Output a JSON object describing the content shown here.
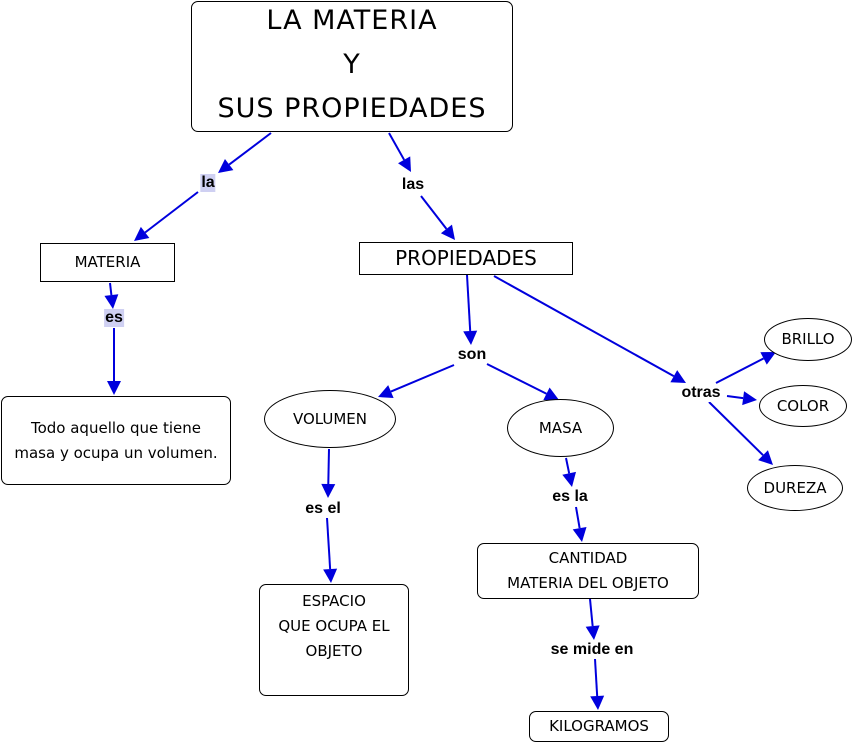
{
  "diagram": {
    "title": "LA MATERIA Y SUS PROPIEDADES",
    "colors": {
      "edge": "#0000dd",
      "label_highlight": "#cfd0f2",
      "node_border": "#000000"
    },
    "nodes": {
      "title": {
        "lines": [
          "LA  MATERIA",
          "Y",
          "SUS PROPIEDADES"
        ]
      },
      "materia": {
        "text": "MATERIA"
      },
      "definicion": {
        "lines": [
          "Todo aquello que tiene",
          "masa y ocupa un volumen."
        ]
      },
      "propiedades": {
        "text": "PROPIEDADES"
      },
      "volumen": {
        "text": "VOLUMEN"
      },
      "masa": {
        "text": "MASA"
      },
      "espacio": {
        "lines": [
          "ESPACIO",
          "QUE OCUPA EL",
          "OBJETO"
        ]
      },
      "cantidad": {
        "lines": [
          "CANTIDAD",
          "MATERIA DEL OBJETO"
        ]
      },
      "kilogramos": {
        "text": "KILOGRAMOS"
      },
      "brillo": {
        "text": "BRILLO"
      },
      "color": {
        "text": "COLOR"
      },
      "dureza": {
        "text": "DUREZA"
      }
    },
    "linking_phrases": {
      "la": "la",
      "las": "las",
      "es": "es",
      "son": "son",
      "otras": "otras",
      "es_el": "es el",
      "es_la": "es la",
      "se_mide_en": "se mide en"
    },
    "connections": [
      {
        "from": "title",
        "via": "la",
        "to": "materia"
      },
      {
        "from": "title",
        "via": "las",
        "to": "propiedades"
      },
      {
        "from": "materia",
        "via": "es",
        "to": "definicion"
      },
      {
        "from": "propiedades",
        "via": "son",
        "to": [
          "volumen",
          "masa"
        ]
      },
      {
        "from": "propiedades",
        "via": "otras",
        "to": [
          "brillo",
          "color",
          "dureza"
        ]
      },
      {
        "from": "volumen",
        "via": "es el",
        "to": "espacio"
      },
      {
        "from": "masa",
        "via": "es la",
        "to": "cantidad"
      },
      {
        "from": "cantidad",
        "via": "se mide en",
        "to": "kilogramos"
      }
    ]
  }
}
